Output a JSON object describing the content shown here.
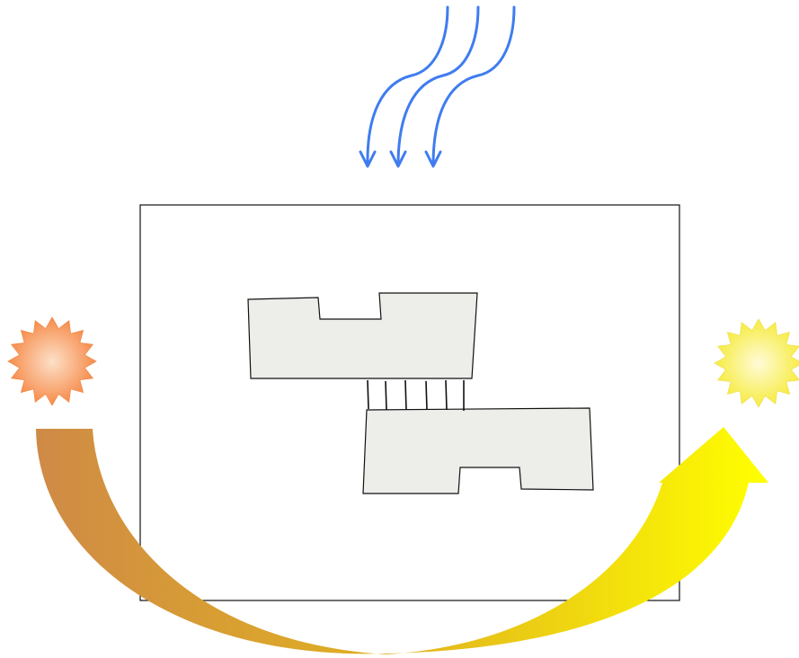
{
  "diagram": {
    "elements": [
      "orange-sunburst-icon",
      "yellow-sunburst-icon",
      "wavy-blue-arrows",
      "rectangular-frame",
      "upper-block",
      "lower-block",
      "connecting-lines",
      "curved-orange-to-yellow-arrow"
    ],
    "colors": {
      "wavy_arrows": "#3f7cf0",
      "frame_stroke": "#111111",
      "block_fill": "#ededea",
      "block_stroke": "#111111",
      "sun_left_center": "#fde0c8",
      "sun_left_edge": "#f5833e",
      "sun_right_center": "#fffbd8",
      "sun_right_edge": "#f5ea30",
      "arc_start": "#cf8a47",
      "arc_end": "#ffff00"
    },
    "wavy_arrow_count": 3,
    "connecting_line_count": 6
  }
}
